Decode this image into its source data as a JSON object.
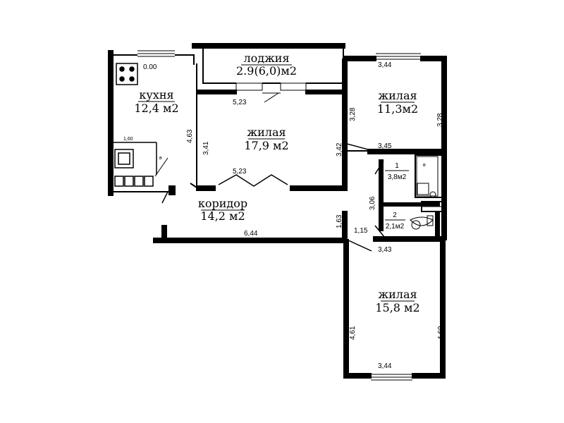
{
  "rooms": {
    "kitchen": {
      "name": "кухня",
      "area": "12,4 м2"
    },
    "loggia": {
      "name": "лоджия",
      "area": "2.9(6,0)м2"
    },
    "living1": {
      "name": "жилая",
      "area": "17,9 м2"
    },
    "living2": {
      "name": "жилая",
      "area": "11,3м2"
    },
    "living3": {
      "name": "жилая",
      "area": "15,8 м2"
    },
    "corridor": {
      "name": "коридор",
      "area": "14,2 м2"
    },
    "bath": {
      "name": "1",
      "area": "3,8м2"
    },
    "wc": {
      "name": "2",
      "area": "2,1м2"
    }
  },
  "dimensions": {
    "level": "0.00",
    "kitchen_h": "4,63",
    "kitchen_counter": "1,60",
    "kitchen_mark": "в",
    "bath_mark": "в",
    "living1_top": "5,23",
    "living1_bottom": "5,23",
    "living1_left": "3,41",
    "living1_right": "3,42",
    "living2_top": "3,44",
    "living2_left": "3,28",
    "living2_right": "3,28",
    "living2_bottom": "3,45",
    "bath_h": "3,06",
    "corridor_len": "6,44",
    "corridor_side": "1,63",
    "corridor_door": "1,15",
    "living3_top": "3,43",
    "living3_left": "4,61",
    "living3_right": "4,60",
    "living3_bottom": "3,44"
  }
}
